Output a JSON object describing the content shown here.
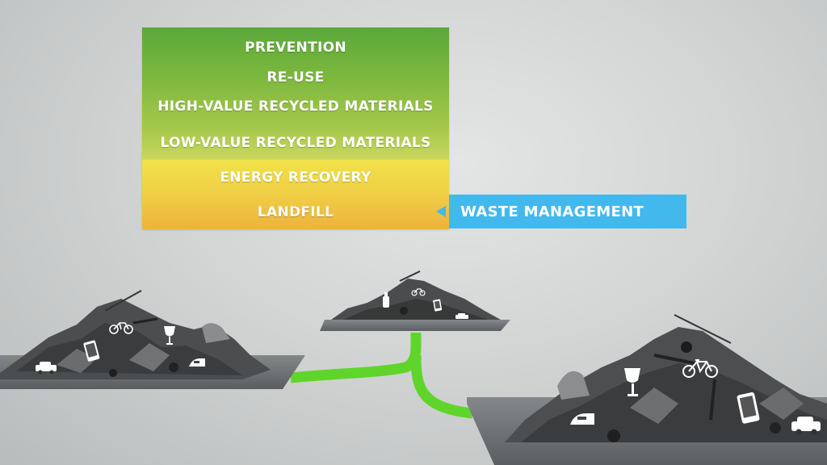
{
  "hierarchy": {
    "tiers": [
      {
        "label": "PREVENTION"
      },
      {
        "label": "RE-USE"
      },
      {
        "label": "HIGH-VALUE RECYCLED MATERIALS"
      },
      {
        "label": "LOW-VALUE RECYCLED MATERIALS"
      },
      {
        "label": "ENERGY RECOVERY"
      },
      {
        "label": "LANDFILL"
      }
    ],
    "colors": {
      "top_green": "#5aa83a",
      "yellow": "#f1e24a",
      "orange": "#eeb23e"
    }
  },
  "callout": {
    "label": "WASTE MANAGEMENT",
    "color": "#43b8ec"
  },
  "scene": {
    "pipe_color": "#5fd52c",
    "tray_color": "#6b6e70",
    "piles": [
      {
        "name": "left-waste-pile"
      },
      {
        "name": "center-waste-pile"
      },
      {
        "name": "right-waste-pile"
      }
    ],
    "icons": [
      "car-icon",
      "phone-icon",
      "bicycle-icon",
      "wine-glass-icon",
      "iron-icon",
      "bottle-icon"
    ]
  }
}
